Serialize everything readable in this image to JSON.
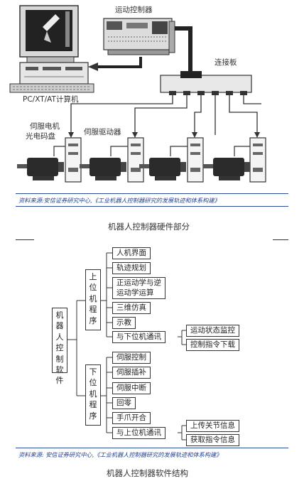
{
  "hardware": {
    "labels": {
      "motion_controller": "运动控制器",
      "connector_board": "连接板",
      "pc": "PC/XT/AT计算机",
      "servo_motor_line1": "伺服电机",
      "servo_motor_line2": "光电码盘",
      "servo_driver": "伺服驱动器"
    },
    "source": "资料来源:安信证券研究中心,《工业机器人控制器研究的发展轨迹和体系构建》",
    "caption": "机器人控制器硬件部分"
  },
  "software": {
    "root": "机器人控制软件",
    "upper": {
      "label": "上位机程序",
      "items": [
        "人机界面",
        "轨迹规划",
        "正运动学与逆\n运动学运算",
        "三维仿真",
        "示教",
        "与下位机通讯"
      ],
      "comm_children": [
        "运动状态监控",
        "控制指令下载"
      ]
    },
    "lower": {
      "label": "下位机程序",
      "items": [
        "伺服控制",
        "伺服插补",
        "伺服中断",
        "回零",
        "手爪开合",
        "与上位机通讯"
      ],
      "comm_children": [
        "上传关节信息",
        "获取指令信息"
      ]
    },
    "source": "资料来源: 安信证券研究中心,《工业机器人控制器研究的发展轨迹和体系构建》",
    "caption": "机器人控制器软件结构"
  }
}
